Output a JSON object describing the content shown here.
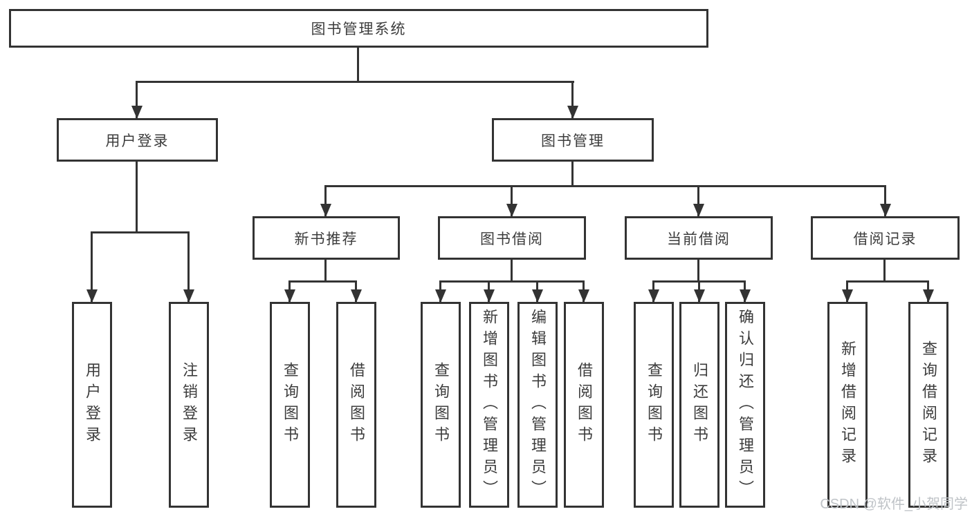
{
  "diagram": {
    "root": {
      "label": "图书管理系统"
    },
    "branches": [
      {
        "label": "用户登录"
      },
      {
        "label": "图书管理"
      }
    ],
    "modules": [
      {
        "label": "新书推荐"
      },
      {
        "label": "图书借阅"
      },
      {
        "label": "当前借阅"
      },
      {
        "label": "借阅记录"
      }
    ],
    "leaves": {
      "user_login": [
        "用户登录",
        "注销登录"
      ],
      "new_book": [
        "查询图书",
        "借阅图书"
      ],
      "book_borrow": [
        "查询图书",
        "新增图书（管理员）",
        "编辑图书（管理员）",
        "借阅图书"
      ],
      "current_borrow": [
        "查询图书",
        "归还图书",
        "确认归还（管理员）"
      ],
      "borrow_record": [
        "新增借阅记录",
        "查询借阅记录"
      ]
    }
  },
  "watermark": {
    "text": "CSDN @软件_小贺同学"
  },
  "colors": {
    "line": "#333333",
    "text": "#3c3c3c",
    "background": "#ffffff",
    "watermark": "#bfc3c7"
  }
}
